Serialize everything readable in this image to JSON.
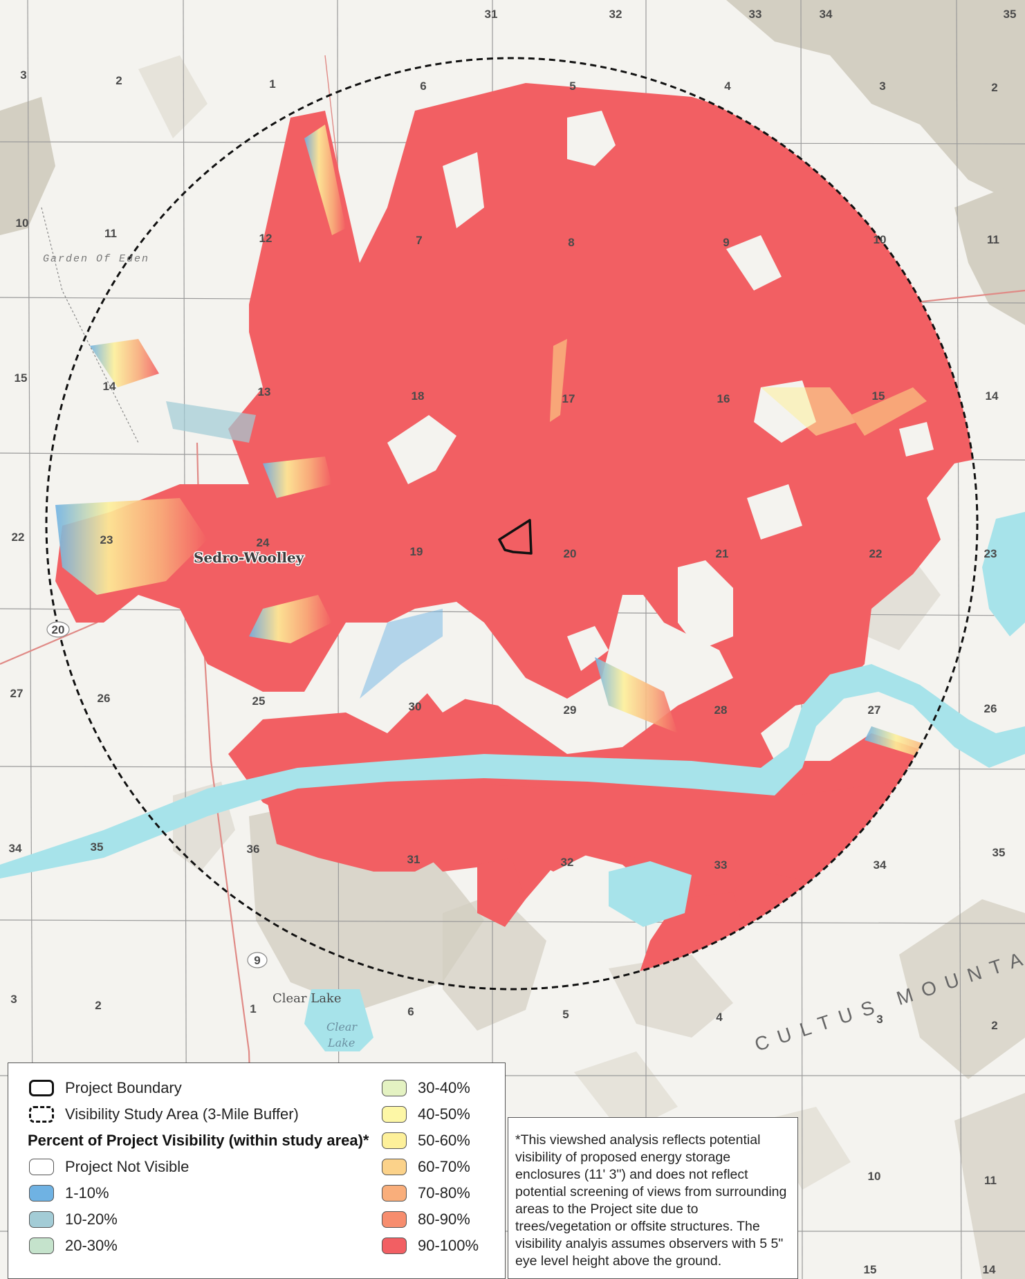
{
  "map": {
    "town_label": "Sedro-Woolley",
    "place_labels": {
      "garden_of_eden": "Garden Of Eden",
      "clear_lake_town": "Clear Lake",
      "clear_lake_water_1": "Clear",
      "clear_lake_water_2": "Lake",
      "cultus_mountain": "CULTUS MOUNTAIN"
    },
    "route_shield": "9",
    "route_shield_2": "20",
    "section_numbers": {
      "top_edge": [
        "31",
        "32",
        "33",
        "34",
        "35"
      ],
      "row1": [
        "3",
        "2",
        "1",
        "6",
        "5",
        "4",
        "3",
        "2"
      ],
      "row2": [
        "10",
        "11",
        "12",
        "7",
        "8",
        "9",
        "10",
        "11"
      ],
      "row3": [
        "15",
        "14",
        "13",
        "18",
        "17",
        "16",
        "15",
        "14"
      ],
      "row4": [
        "22",
        "23",
        "24",
        "19",
        "20",
        "21",
        "22",
        "23"
      ],
      "row5": [
        "27",
        "26",
        "25",
        "30",
        "29",
        "28",
        "27",
        "26"
      ],
      "row6": [
        "34",
        "35",
        "36",
        "31",
        "32",
        "33",
        "34",
        "35"
      ],
      "row7": [
        "3",
        "2",
        "1",
        "6",
        "5",
        "4",
        "3",
        "2"
      ],
      "row8": [
        "10",
        "11"
      ],
      "row9": [
        "15",
        "14"
      ]
    },
    "colors": {
      "visible_90_100": "#f25f63",
      "water": "#a7e3ea",
      "background": "#f4f3ef",
      "hillshade": "#bdb7a7"
    }
  },
  "legend": {
    "project_boundary": "Project Boundary",
    "study_area": "Visibility Study Area (3-Mile Buffer)",
    "heading": "Percent of Project Visibility (within study area)*",
    "classes_left": [
      {
        "label": "Project Not Visible",
        "color": "#ffffff"
      },
      {
        "label": "1-10%",
        "color": "#6fb2e3"
      },
      {
        "label": "10-20%",
        "color": "#a3ccd6"
      },
      {
        "label": "20-30%",
        "color": "#c5e3cc"
      }
    ],
    "classes_right": [
      {
        "label": "30-40%",
        "color": "#e4f2c2"
      },
      {
        "label": "40-50%",
        "color": "#fdf7a6"
      },
      {
        "label": "50-60%",
        "color": "#fdf09a"
      },
      {
        "label": "60-70%",
        "color": "#fbd28a"
      },
      {
        "label": "70-80%",
        "color": "#f9ae7b"
      },
      {
        "label": "80-90%",
        "color": "#f78d6e"
      },
      {
        "label": "90-100%",
        "color": "#f25f63"
      }
    ]
  },
  "note": {
    "text": "*This viewshed analysis reflects potential visibility of proposed energy storage enclosures (11' 3\") and does not reflect potential screening of views from surrounding areas to the Project site due to trees/vegetation or offsite structures. The visibility analyis assumes observers with 5 5\" eye level height above the ground."
  }
}
